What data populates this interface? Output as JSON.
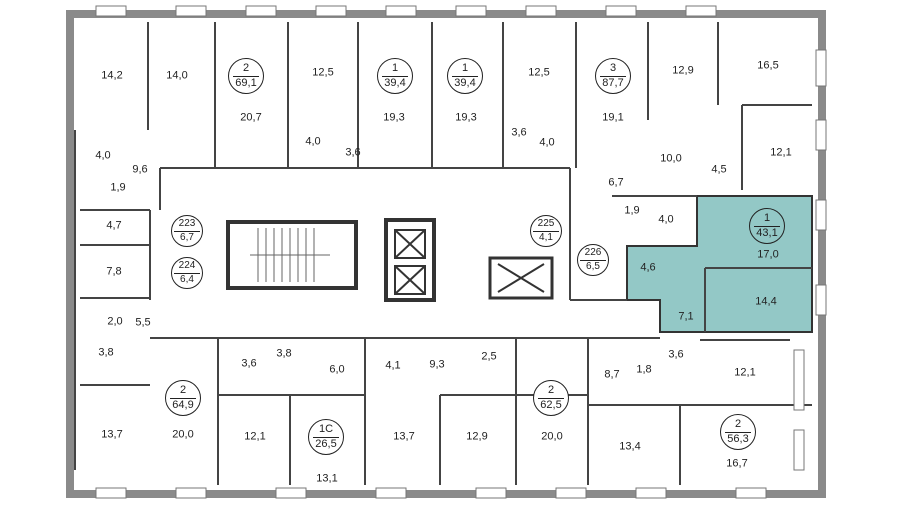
{
  "rooms": [
    {
      "id": "r1",
      "text": "14,2"
    },
    {
      "id": "r2",
      "text": "14,0"
    },
    {
      "id": "r3",
      "text": "20,7"
    },
    {
      "id": "r4",
      "text": "12,5"
    },
    {
      "id": "r5",
      "text": "19,3"
    },
    {
      "id": "r6",
      "text": "19,3"
    },
    {
      "id": "r7",
      "text": "12,5"
    },
    {
      "id": "r8",
      "text": "19,1"
    },
    {
      "id": "r9",
      "text": "12,9"
    },
    {
      "id": "r10",
      "text": "16,5"
    },
    {
      "id": "r11",
      "text": "12,1"
    },
    {
      "id": "r12",
      "text": "4,0"
    },
    {
      "id": "r13",
      "text": "1,9"
    },
    {
      "id": "r14",
      "text": "9,6"
    },
    {
      "id": "r15",
      "text": "4,0"
    },
    {
      "id": "r16",
      "text": "3,6"
    },
    {
      "id": "r17",
      "text": "3,6"
    },
    {
      "id": "r18",
      "text": "4,0"
    },
    {
      "id": "r19",
      "text": "10,0"
    },
    {
      "id": "r20",
      "text": "4,5"
    },
    {
      "id": "r21",
      "text": "6,7"
    },
    {
      "id": "r22",
      "text": "4,7"
    },
    {
      "id": "r23",
      "text": "1,9"
    },
    {
      "id": "r24",
      "text": "4,0"
    },
    {
      "id": "r25",
      "text": "7,8"
    },
    {
      "id": "r26",
      "text": "4,6"
    },
    {
      "id": "r27",
      "text": "17,0"
    },
    {
      "id": "r28",
      "text": "2,0"
    },
    {
      "id": "r29",
      "text": "5,5"
    },
    {
      "id": "r30",
      "text": "14,4"
    },
    {
      "id": "r31",
      "text": "7,1"
    },
    {
      "id": "r32",
      "text": "3,8"
    },
    {
      "id": "r33",
      "text": "3,6"
    },
    {
      "id": "r34",
      "text": "3,8"
    },
    {
      "id": "r35",
      "text": "6,0"
    },
    {
      "id": "r36",
      "text": "4,1"
    },
    {
      "id": "r37",
      "text": "9,3"
    },
    {
      "id": "r38",
      "text": "2,5"
    },
    {
      "id": "r39",
      "text": "8,7"
    },
    {
      "id": "r40",
      "text": "1,8"
    },
    {
      "id": "r41",
      "text": "3,6"
    },
    {
      "id": "r42",
      "text": "12,1"
    },
    {
      "id": "r43",
      "text": "13,7"
    },
    {
      "id": "r44",
      "text": "20,0"
    },
    {
      "id": "r45",
      "text": "12,1"
    },
    {
      "id": "r46",
      "text": "13,1"
    },
    {
      "id": "r47",
      "text": "13,7"
    },
    {
      "id": "r48",
      "text": "12,9"
    },
    {
      "id": "r49",
      "text": "20,0"
    },
    {
      "id": "r50",
      "text": "13,4"
    },
    {
      "id": "r51",
      "text": "16,7"
    }
  ],
  "apartments": [
    {
      "id": "a1",
      "top": "2",
      "bottom": "69,1"
    },
    {
      "id": "a2",
      "top": "1",
      "bottom": "39,4"
    },
    {
      "id": "a3",
      "top": "1",
      "bottom": "39,4"
    },
    {
      "id": "a4",
      "top": "3",
      "bottom": "87,7"
    },
    {
      "id": "a5",
      "top": "223",
      "bottom": "6,7"
    },
    {
      "id": "a6",
      "top": "224",
      "bottom": "6,4"
    },
    {
      "id": "a7",
      "top": "225",
      "bottom": "4,1"
    },
    {
      "id": "a8",
      "top": "226",
      "bottom": "6,5"
    },
    {
      "id": "a9",
      "top": "1",
      "bottom": "43,1"
    },
    {
      "id": "a10",
      "top": "2",
      "bottom": "64,9"
    },
    {
      "id": "a11",
      "top": "1С",
      "bottom": "26,5"
    },
    {
      "id": "a12",
      "top": "2",
      "bottom": "62,5"
    },
    {
      "id": "a13",
      "top": "2",
      "bottom": "56,3"
    }
  ],
  "colors": {
    "highlight": "#93c8c6",
    "wall": "#333333",
    "outer_wall": "#8a8a8a"
  }
}
